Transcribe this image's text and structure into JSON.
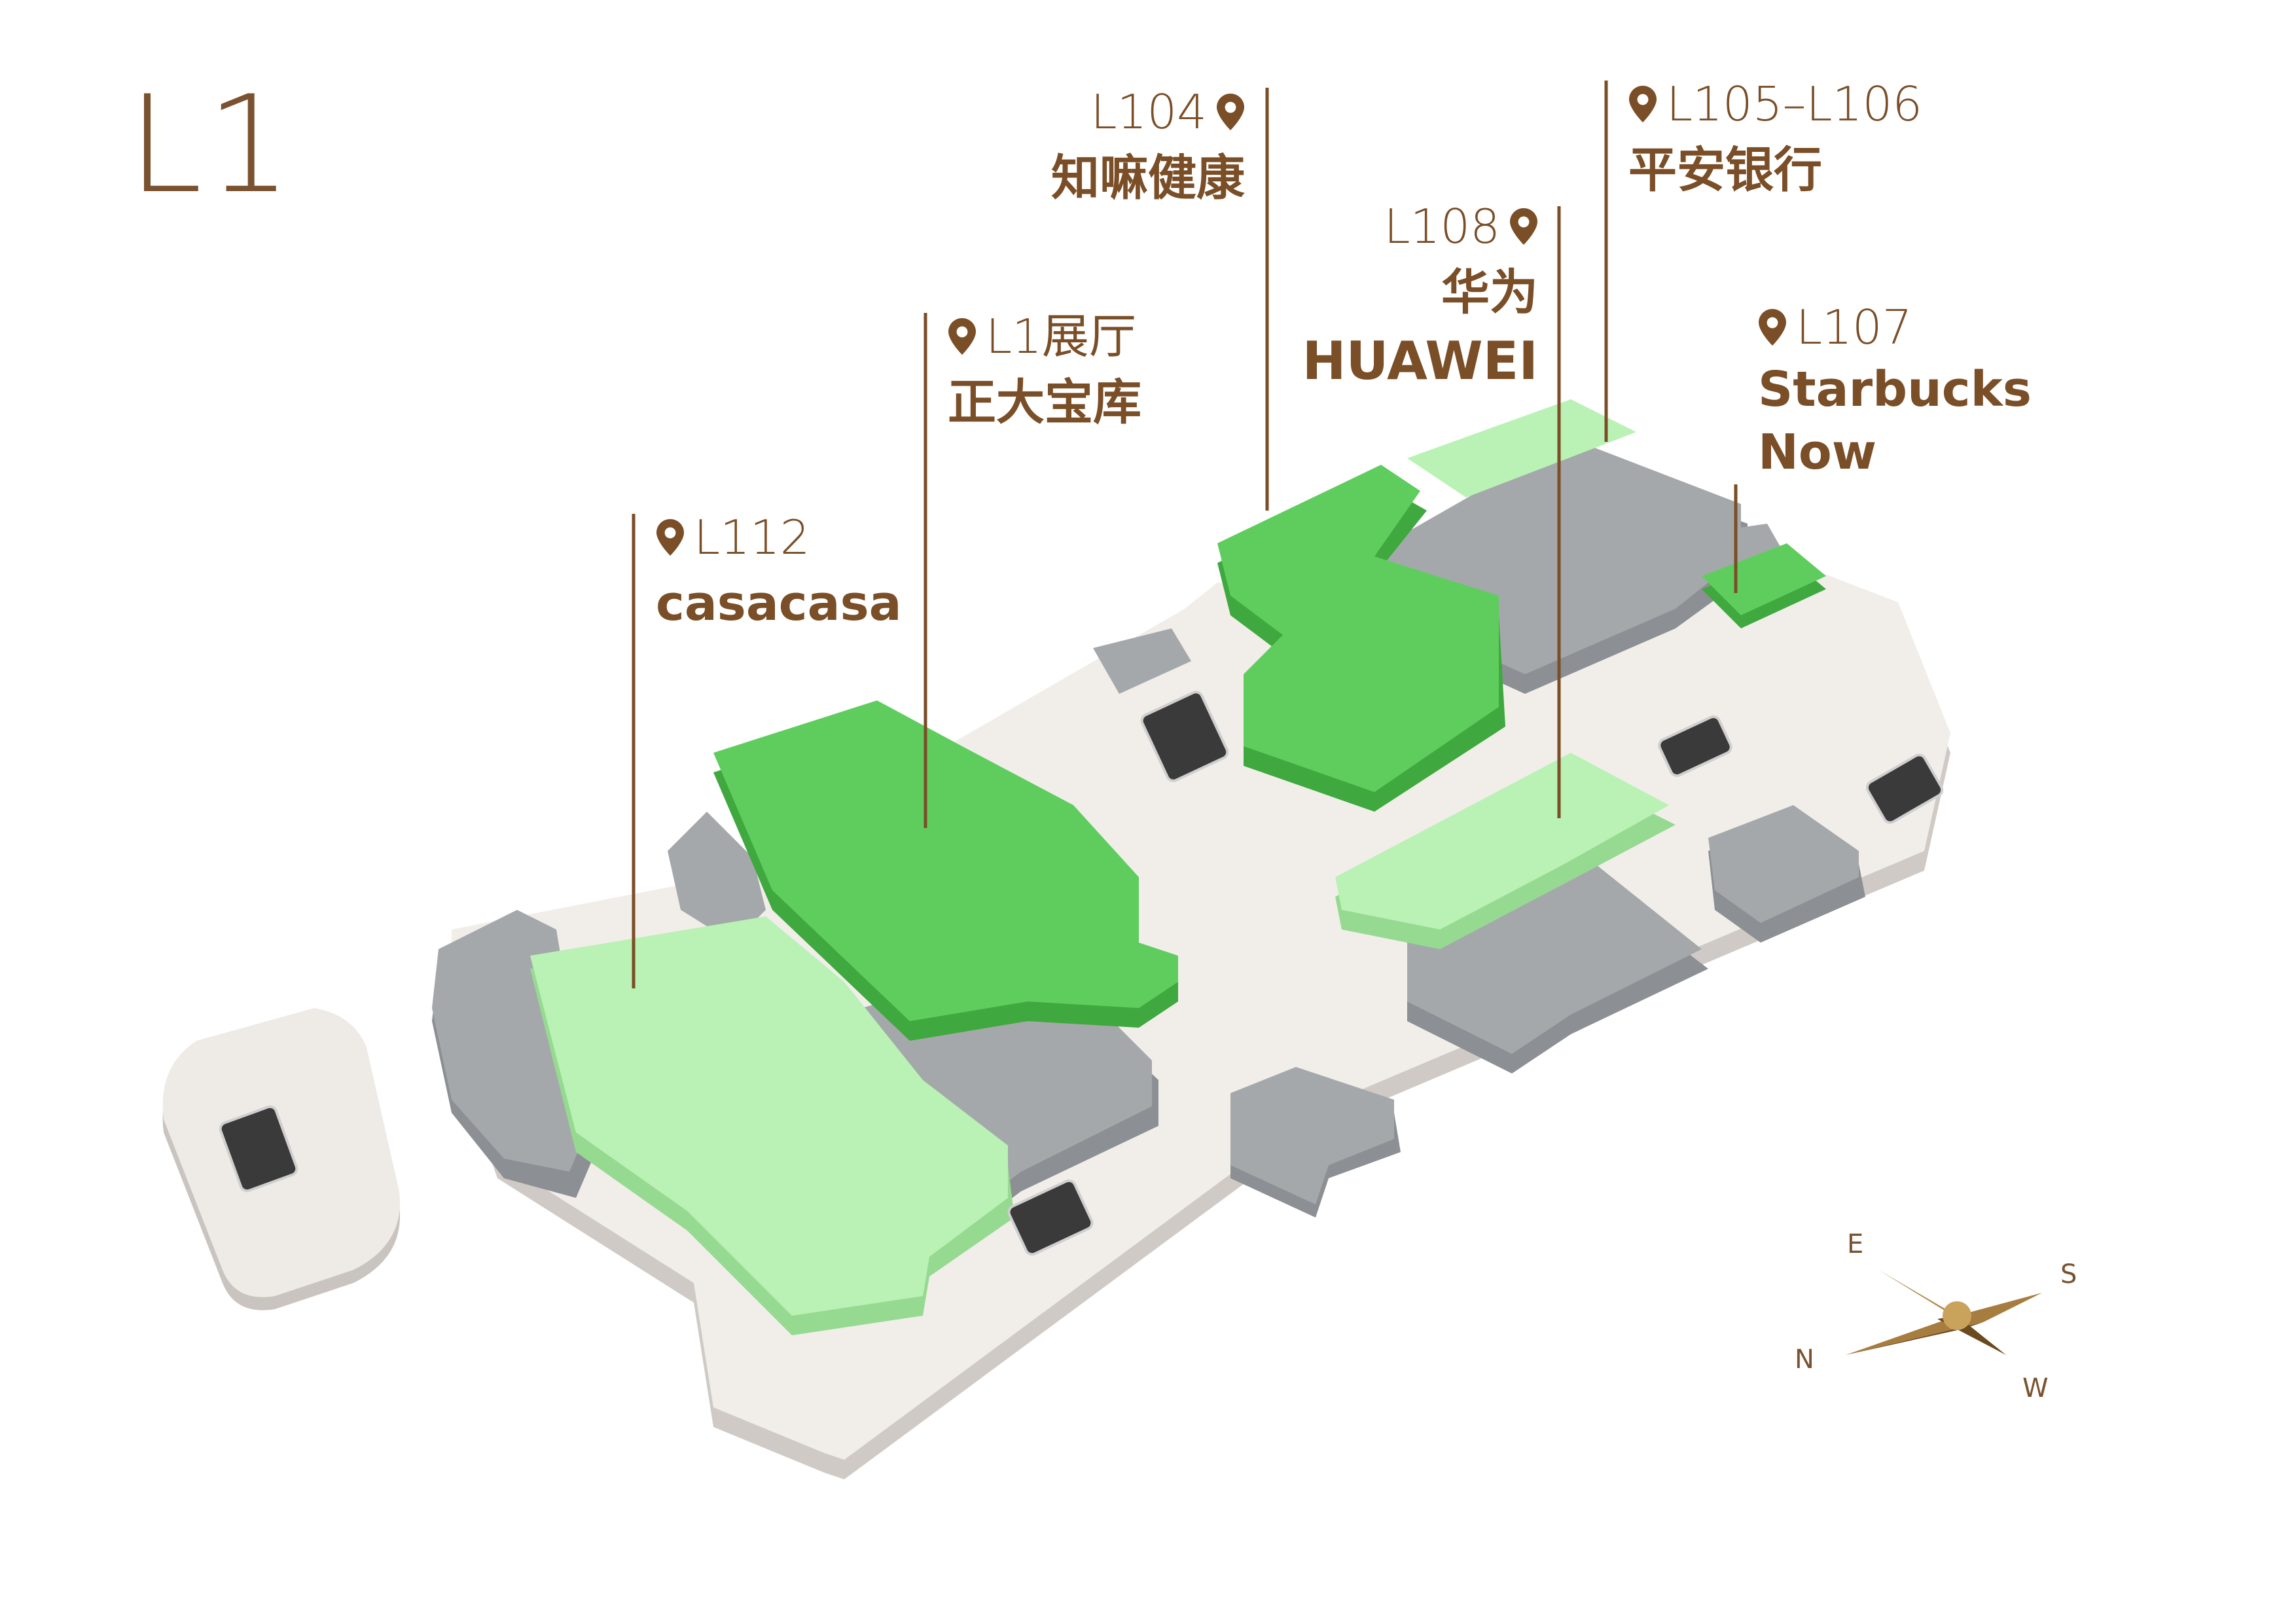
{
  "floor": {
    "title": "L1"
  },
  "colors": {
    "accent_brown": "#7a4e27",
    "highlight_green": "#5fcd5e",
    "light_green": "#b9f2b4",
    "building_grey": "#a5a8ab",
    "floor_plate": "#f1eeea"
  },
  "icons": {
    "pin": "location-pin-icon",
    "escalator": "escalator-icon",
    "compass": "compass-rose-icon"
  },
  "shops": [
    {
      "unit": "L104",
      "name": "知嘛健康"
    },
    {
      "unit": "L105–L106",
      "name": "平安银行"
    },
    {
      "unit": "L108",
      "name_line1": "华为",
      "name_line2": "HUAWEI"
    },
    {
      "unit": "L1展厅",
      "name": "正大宝库"
    },
    {
      "unit": "L107",
      "name_line1": "Starbucks",
      "name_line2": "Now"
    },
    {
      "unit": "L112",
      "name": "casacasa"
    }
  ],
  "compass": {
    "north": "N",
    "east": "E",
    "south": "S",
    "west": "W"
  }
}
